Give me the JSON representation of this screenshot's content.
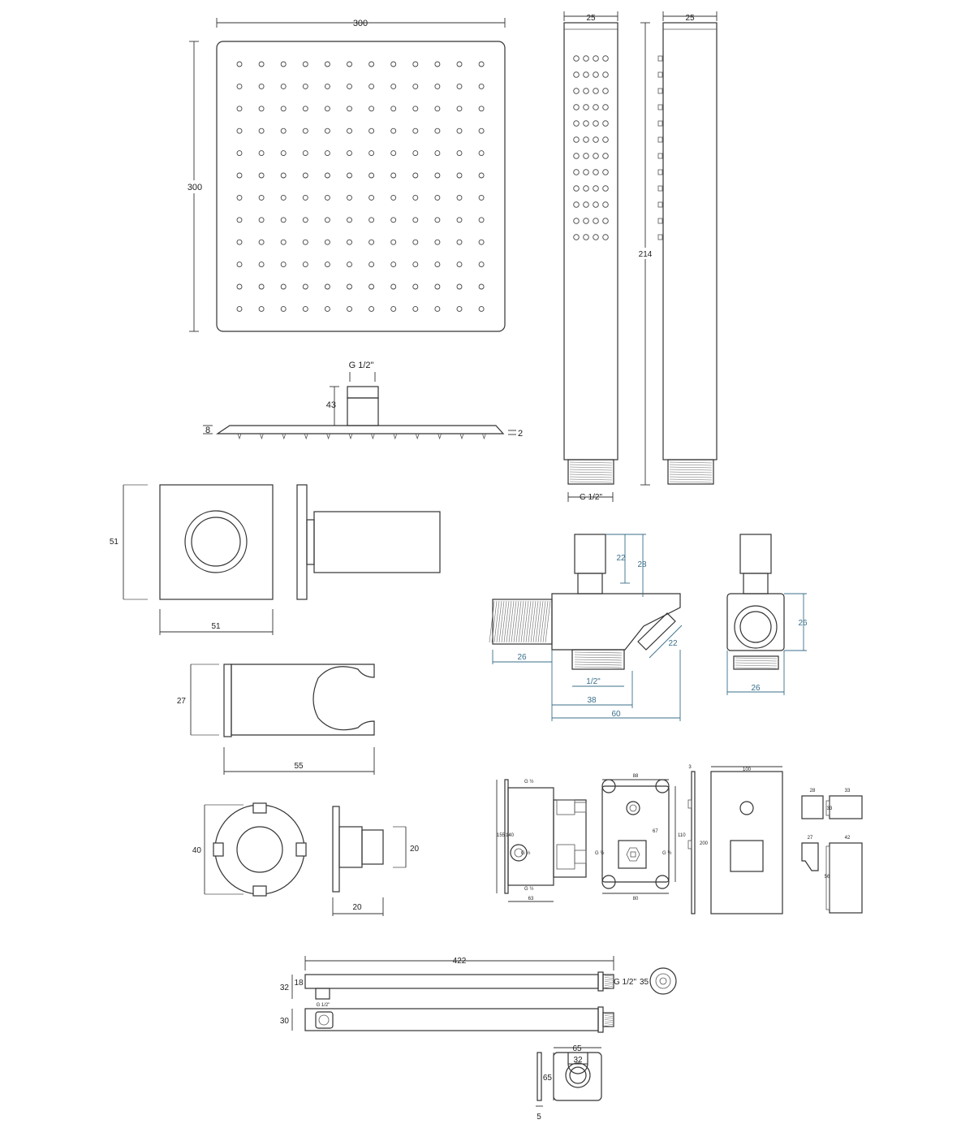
{
  "shower_head": {
    "width_label": "300",
    "height_label": "300",
    "connector_label": "G 1/2\"",
    "arm_height_label": "43",
    "thickness_label": "8",
    "edge_label": "2"
  },
  "hand_shower": {
    "front_width_label": "25",
    "side_width_label": "25",
    "length_label": "214",
    "thread_label": "G 1/2\""
  },
  "wall_outlet_square": {
    "height_label": "51",
    "width_label": "51"
  },
  "elbow_outlet": {
    "top_height_label": "22",
    "total_height_label": "28",
    "thread_depth_label": "26",
    "angled_label": "22",
    "thread_label": "1/2\"",
    "body_width_label": "38",
    "overall_width_label": "60",
    "side_height_label": "26",
    "side_width_label": "26"
  },
  "holder_bracket": {
    "height_label": "27",
    "width_label": "55"
  },
  "flange": {
    "diameter_label": "40",
    "depth_label": "20",
    "stem_label": "20"
  },
  "valve": {
    "side_top_label": "G ½",
    "side_bottom_label": "G ½",
    "side_height_outer_label": "155",
    "side_height_inner_label": "140",
    "side_depth_label": "63",
    "side_port_label": "G ½",
    "front_width_label": "88",
    "front_height_label": "110",
    "front_right_label": "G ½",
    "front_inner_label": "67",
    "front_left_port_label": "G ½",
    "front_bottom_label": "80",
    "plate_width_label": "100",
    "plate_height_label": "200",
    "plate_thickness_label": "3",
    "knob_a_label": "28",
    "knob_b_label": "33",
    "knob_c_label": "33",
    "lever_a_label": "27",
    "lever_b_label": "42",
    "lever_height_label": "56"
  },
  "shower_arm": {
    "length_label": "422",
    "outer_height_label": "32",
    "inner_height_label": "18",
    "thread_label": "G 1/2\"",
    "flange_label": "35",
    "small_thread_label": "G 1/2\"",
    "lower_height_label": "30"
  },
  "wall_flange_square": {
    "width_label": "65",
    "inner_label": "32",
    "height_label": "65",
    "depth_label": "5"
  }
}
